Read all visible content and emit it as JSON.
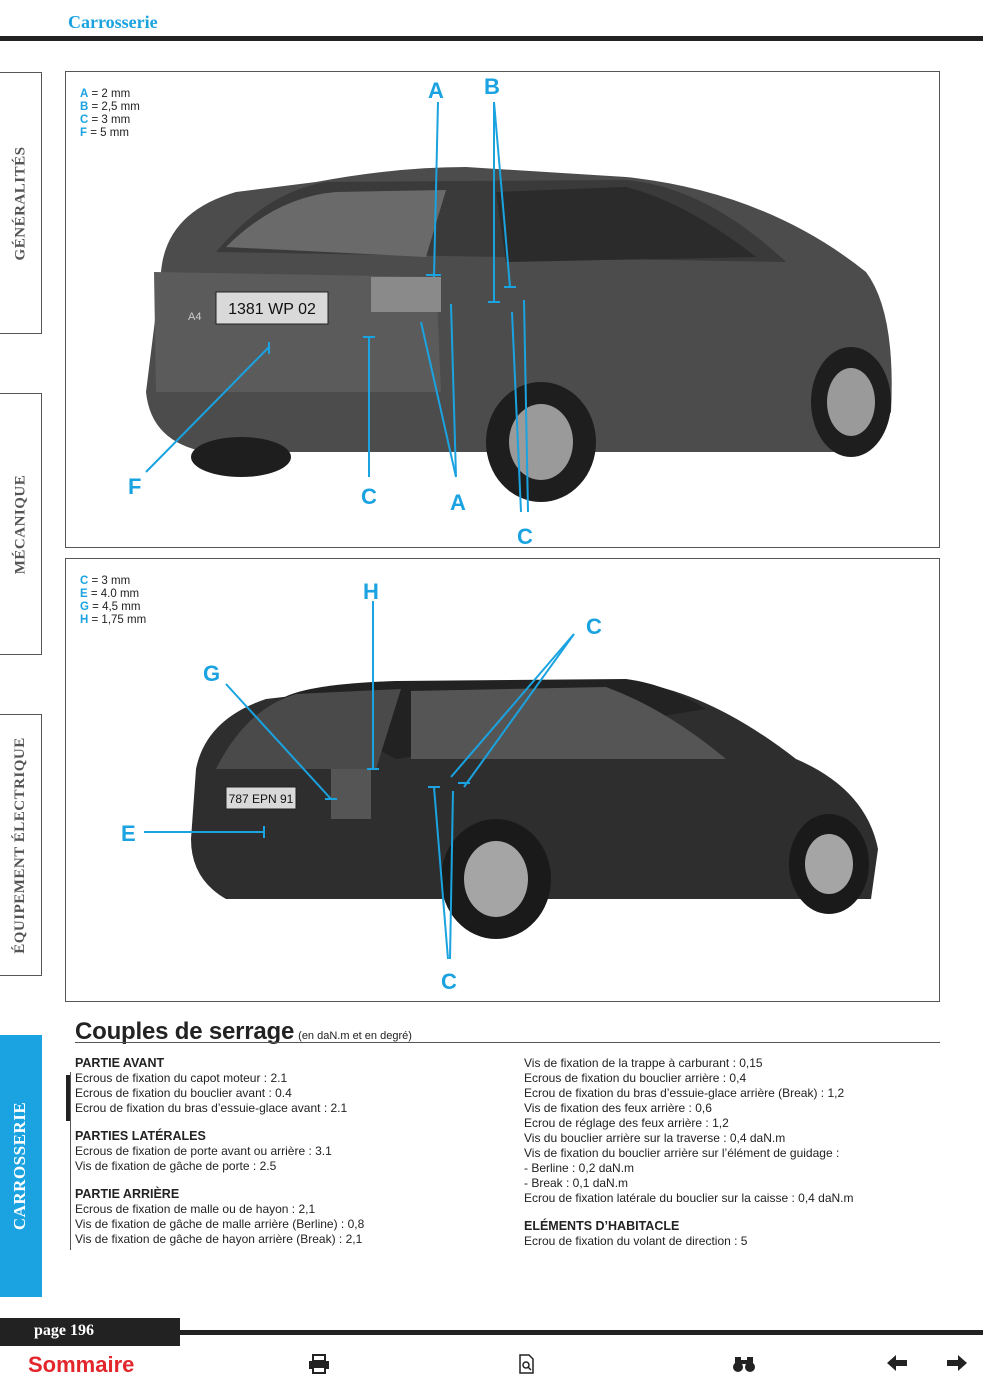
{
  "header": {
    "title": "Carrosserie"
  },
  "sidebar": {
    "tabs": [
      {
        "label": "GÉNÉRALITÉS"
      },
      {
        "label": "MÉCANIQUE"
      },
      {
        "label": "ÉQUIPEMENT ÉLECTRIQUE"
      },
      {
        "label": "CARROSSERIE"
      }
    ]
  },
  "figure1": {
    "legend": [
      {
        "key": "A",
        "value": "= 2 mm"
      },
      {
        "key": "B",
        "value": "= 2,5 mm"
      },
      {
        "key": "C",
        "value": "= 3 mm"
      },
      {
        "key": "F",
        "value": "= 5 mm"
      }
    ],
    "plate": "1381 WP 02",
    "badge": "A4",
    "callouts": {
      "a_top": "A",
      "b_top": "B",
      "f": "F",
      "c_mid": "C",
      "a_bottom": "A",
      "c_bottom": "C"
    }
  },
  "figure2": {
    "legend": [
      {
        "key": "C",
        "value": "= 3 mm"
      },
      {
        "key": "E",
        "value": "= 4.0 mm"
      },
      {
        "key": "G",
        "value": "= 4,5 mm"
      },
      {
        "key": "H",
        "value": "= 1,75 mm"
      }
    ],
    "plate": "787 EPN 91",
    "callouts": {
      "h": "H",
      "c_top": "C",
      "g": "G",
      "e": "E",
      "c_bottom": "C"
    }
  },
  "torque": {
    "title": "Couples de serrage",
    "subtitle": "(en daN.m et en degré)",
    "left": {
      "front": {
        "heading": "PARTIE AVANT",
        "items": [
          "Ecrous de fixation du capot moteur : 2.1",
          "Ecrous de fixation du bouclier avant : 0.4",
          "Ecrou de fixation du bras d’essuie-glace avant : 2.1"
        ]
      },
      "sides": {
        "heading": "PARTIES LATÉRALES",
        "items": [
          "Ecrous de fixation de porte avant ou arrière : 3.1",
          "Vis de fixation de gâche de porte : 2.5"
        ]
      },
      "rear": {
        "heading": "PARTIE ARRIÈRE",
        "items": [
          "Ecrous de fixation de malle ou de hayon : 2,1",
          "Vis de fixation de gâche de malle arrière (Berline) : 0,8",
          "Vis de fixation de gâche de hayon arrière (Break) : 2,1"
        ]
      }
    },
    "right": {
      "items": [
        "Vis de fixation de la trappe à carburant : 0,15",
        "Ecrous de fixation du bouclier arrière : 0,4",
        "Ecrou de fixation du bras d’essuie-glace arrière (Break) : 1,2",
        "Vis de fixation des feux arrière : 0,6",
        "Ecrou de réglage des feux arrière : 1,2",
        "Vis du bouclier arrière sur la traverse : 0,4 daN.m",
        "Vis de fixation du bouclier arrière sur l’élément de guidage :",
        "- Berline : 0,2 daN.m",
        "- Break : 0,1 daN.m",
        "Ecrou de fixation latérale du bouclier sur la caisse : 0,4 daN.m"
      ],
      "cabin": {
        "heading": "ELÉMENTS D’HABITACLE",
        "items": [
          "Ecrou de fixation du volant de direction : 5"
        ]
      }
    }
  },
  "footer": {
    "page": "page 196",
    "sommaire": "Sommaire"
  },
  "colors": {
    "accent": "#1aa3e0",
    "dark": "#222222",
    "red": "#e3262b"
  }
}
